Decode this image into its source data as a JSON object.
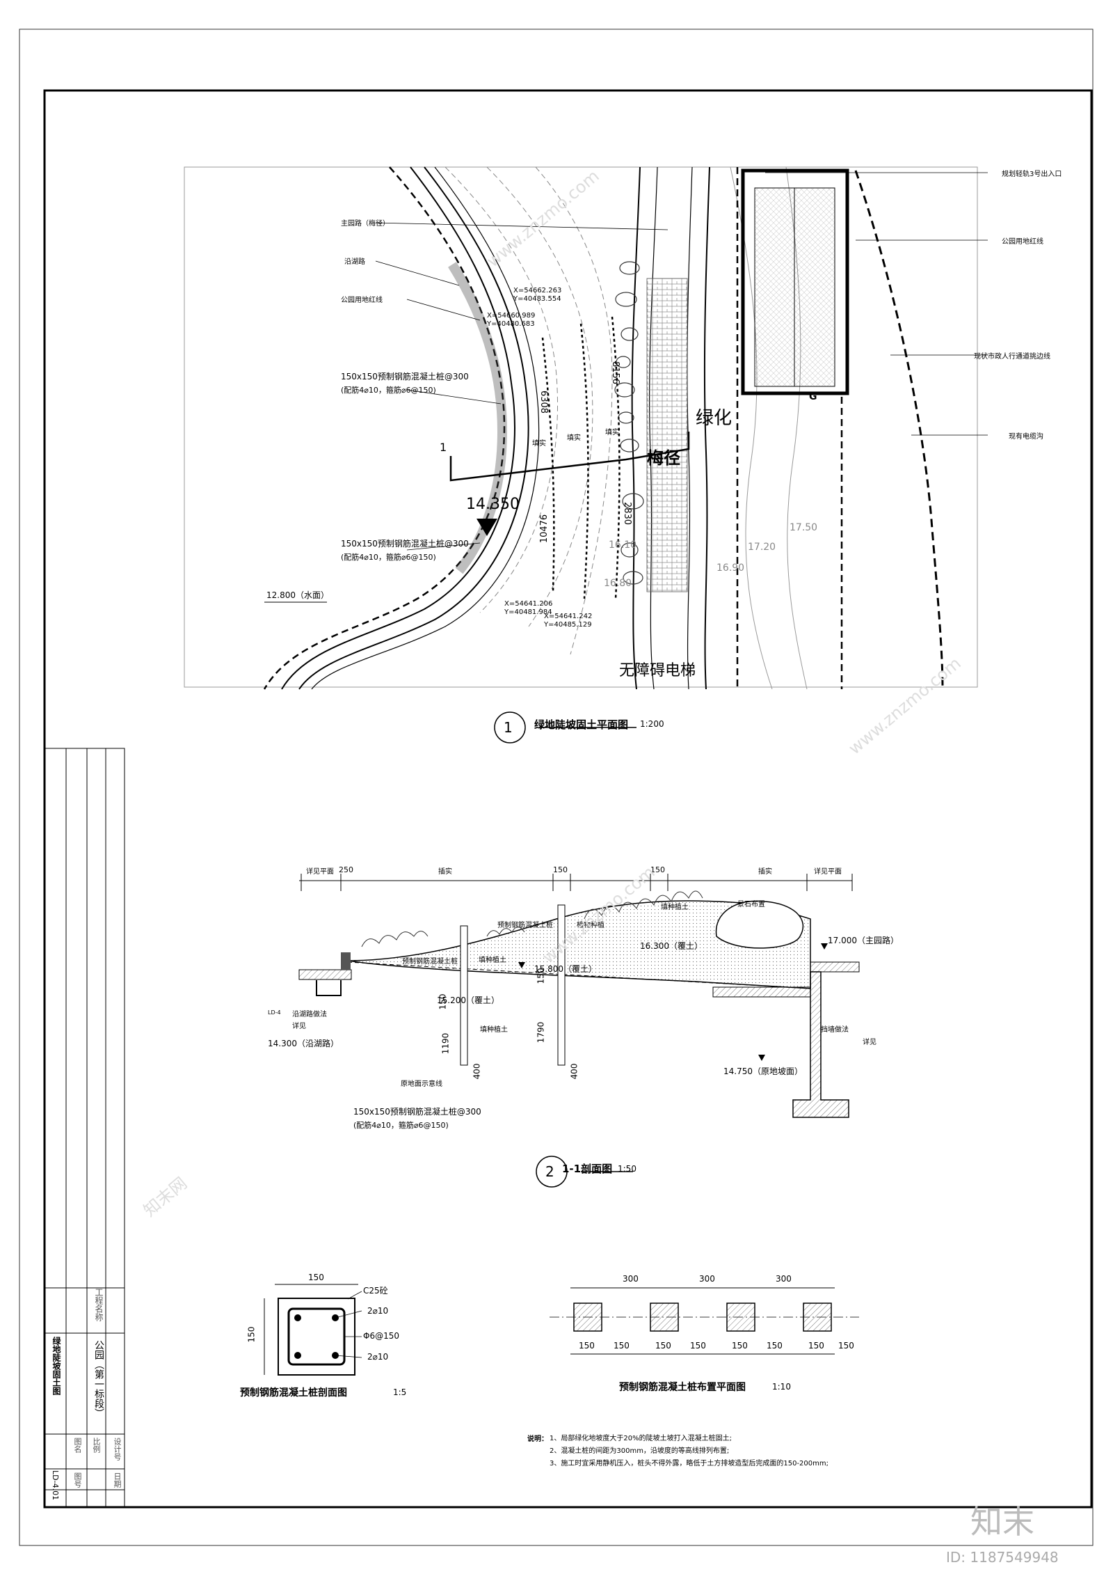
{
  "plan": {
    "title": "绿地陡坡固土平面图",
    "scale": "1:200",
    "circle_no": "1",
    "labels": {
      "main_road": "主园路（梅径）",
      "lake_road": "沿湖路",
      "park_redline": "公园用地红线",
      "pile_spec_1": "150x150预制钢筋混凝土桩@300",
      "pile_spec_2": "(配筋4⌀10，箍筋⌀6@150)",
      "green": "绿化",
      "meijing": "梅径",
      "elevator": "无障碍电梯",
      "water_level": "12.800（水面）",
      "section_mark": "1",
      "elev_14350": "14.350",
      "metro_exit": "规划轻轨3号出入口",
      "park_redline_r": "公园用地红线",
      "ped_passage": "现状市政人行通道挑边线",
      "cable_trench": "现有电缆沟",
      "tianshi": "填实",
      "letter_g": "G"
    },
    "coords": [
      {
        "x": "X=54662.263",
        "y": "Y=40483.554"
      },
      {
        "x": "X=54660.989",
        "y": "Y=40480.683"
      },
      {
        "x": "X=54641.206",
        "y": "Y=40481.984"
      },
      {
        "x": "X=54641.242",
        "y": "Y=40485.129"
      }
    ],
    "dims": [
      "8156",
      "6308",
      "10476",
      "2830"
    ],
    "contours": [
      "16.10",
      "16.90",
      "17.20",
      "17.50",
      "16.80"
    ]
  },
  "section": {
    "title": "1-1剖面图",
    "scale": "1:50",
    "circle_no": "2",
    "top_dims": [
      "详见平面",
      "250",
      "插实",
      "150",
      "150",
      "插实",
      "详见平面"
    ],
    "labels": {
      "pile_a": "预制钢筋混凝土桩",
      "pile_b": "预制钢筋混凝土桩",
      "plant_soil_a": "植物种植",
      "fill_soil_a": "填种植土",
      "fill_soil_b": "填种植土",
      "fill_soil_c": "填种植土",
      "boulder": "景石布置",
      "lake_road_ref": "沿湖路做法",
      "see_a": "详见",
      "wall_ref": "挡墙做法",
      "see_b": "详见",
      "ground_line": "原地面示意线",
      "pile_spec_1": "150x150预制钢筋混凝土桩@300",
      "pile_spec_2": "(配筋4⌀10，箍筋⌀6@150)",
      "ref_sub": "LD-4"
    },
    "elevations": {
      "e17000": "17.000（主园路）",
      "e16300": "16.300（覆土）",
      "e15800": "15.800（覆土）",
      "e15200": "15.200（覆土）",
      "e14300": "14.300（沿湖路）",
      "e14750": "14.750（原地坡面）"
    },
    "dims": [
      "1190",
      "1790",
      "400",
      "400",
      "150",
      "150"
    ]
  },
  "pile_section": {
    "title": "预制钢筋混凝土桩剖面图",
    "scale": "1:5",
    "width": "150",
    "height": "150",
    "concrete": "C25砼",
    "rebar_top": "2⌀10",
    "stirrup": "Φ6@150",
    "rebar_bot": "2⌀10"
  },
  "pile_layout": {
    "title": "预制钢筋混凝土桩布置平面图",
    "scale": "1:10",
    "spacing": [
      "300",
      "300",
      "300"
    ],
    "widths": [
      "150",
      "150",
      "150",
      "150",
      "150",
      "150",
      "150",
      "150"
    ]
  },
  "notes": {
    "heading": "说明：",
    "items": [
      "1、局部绿化地坡度大于20%的陡坡土坡打入混凝土桩固土;",
      "2、混凝土桩的间距为300mm，沿坡度的等高线排列布置;",
      "3、施工时宜采用静机压入，桩头不得外露，略低于土方排坡造型后完成面的150-200mm;"
    ]
  },
  "title_block": {
    "project_label": "工程名称",
    "project": "公园（第一标段）",
    "drawing": "绿地陡坡固土图",
    "design_no_label": "设计号",
    "date_label": "日期",
    "sheet_label": "图号",
    "scale_label": "比例",
    "sheet_no": "LD-4.01",
    "drawing_label": "图名"
  },
  "watermark": {
    "brand_cn": "知末",
    "id": "ID: 1187549948",
    "site": "www.znzmo.com",
    "site_cn": "知末网"
  }
}
